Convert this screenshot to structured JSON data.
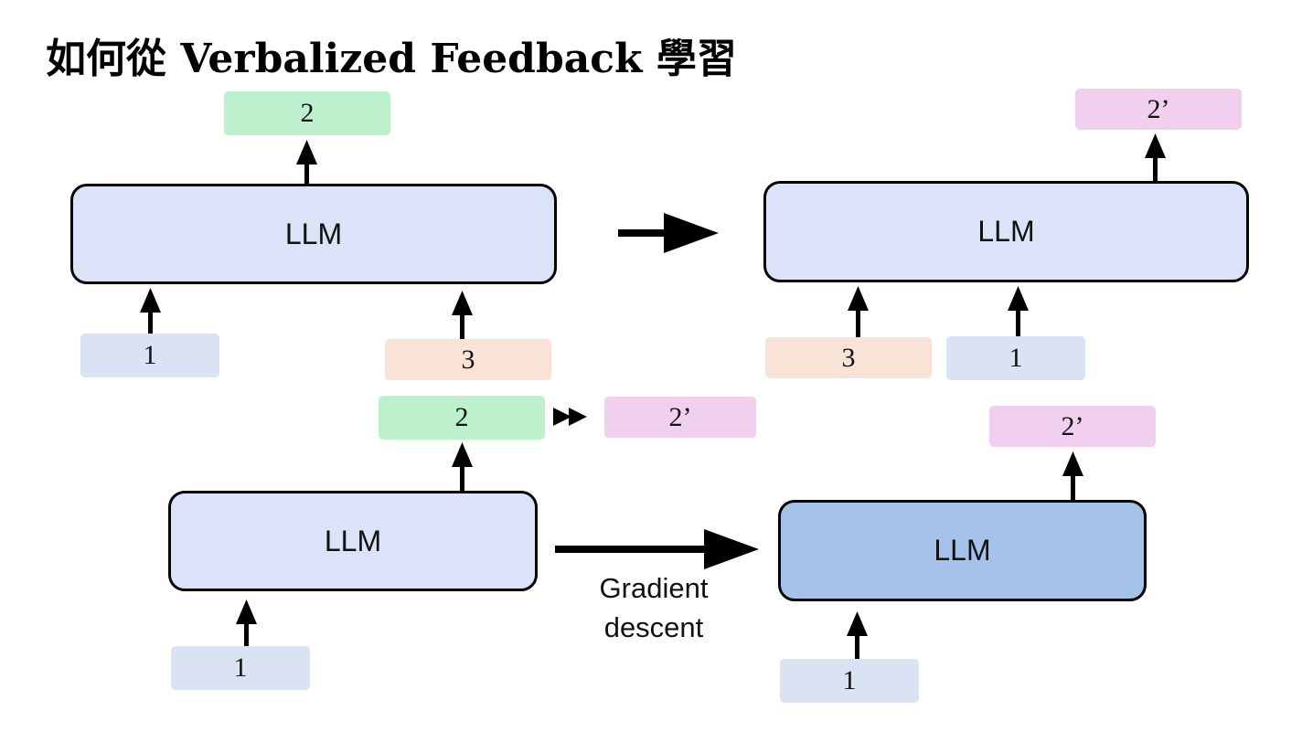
{
  "title": "如何從 Verbalized Feedback 學習",
  "model_label": "LLM",
  "tokens": {
    "one": "1",
    "two": "2",
    "three": "3",
    "two_prime": "2’"
  },
  "caption": {
    "line1": "Gradient",
    "line2": "descent"
  },
  "colors": {
    "llm_fill": "#dae3f7",
    "llm_fill_updated": "#a4c2ea",
    "token_1": "#dae3f3",
    "token_2": "#bdf0cc",
    "token_3": "#f9e2d6",
    "token_2_prime": "#f0d0ee",
    "stroke": "#000000"
  }
}
